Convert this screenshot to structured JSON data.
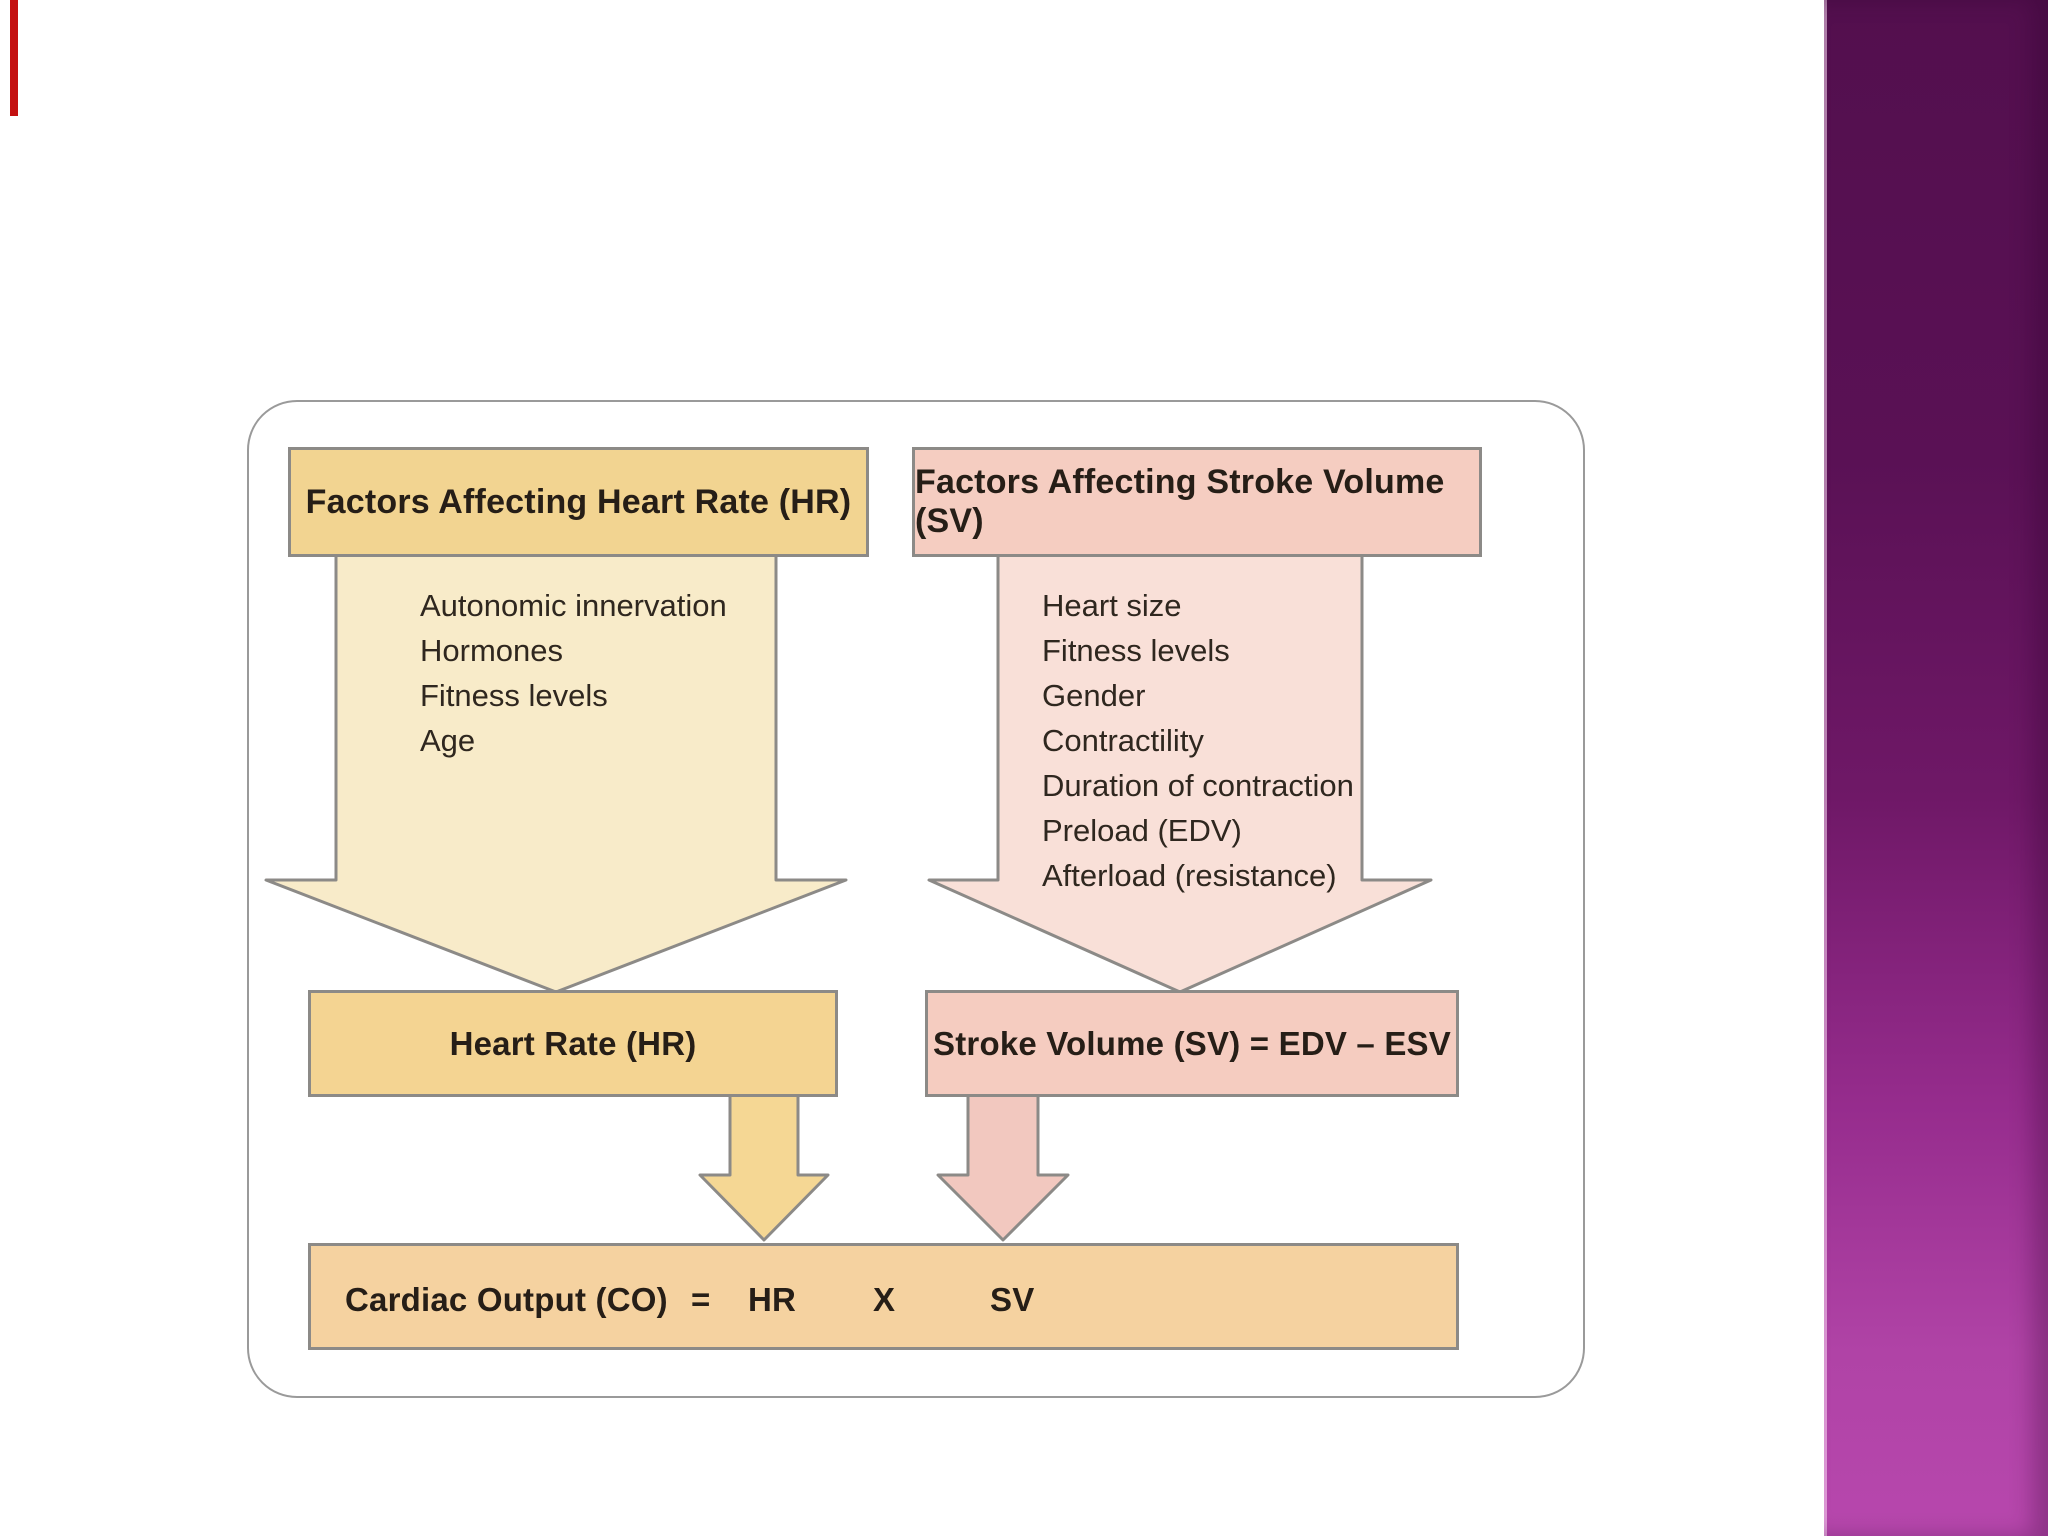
{
  "slide": {
    "type": "presentation-slide",
    "background": "#ffffff"
  },
  "sidebar": {
    "gradient_top": "#530f4e",
    "gradient_bottom": "#b747ad"
  },
  "diagram": {
    "hr_column": {
      "header": "Factors Affecting Heart Rate (HR)",
      "factors": [
        "Autonomic innervation",
        "Hormones",
        "Fitness levels",
        "Age"
      ],
      "result_box": "Heart Rate (HR)"
    },
    "sv_column": {
      "header": "Factors Affecting Stroke Volume (SV)",
      "factors": [
        "Heart size",
        "Fitness levels",
        "Gender",
        "Contractility",
        "Duration of contraction",
        "Preload (EDV)",
        "Afterload (resistance)"
      ],
      "result_box": "Stroke Volume (SV) = EDV – ESV"
    },
    "output_box": {
      "label": "Cardiac Output (CO)",
      "equals": "=",
      "hr": "HR",
      "times": "X",
      "sv": "SV"
    },
    "colors": {
      "yellow_box": "#f2d491",
      "yellow_arrow_large": "#f8ebc9",
      "yellow_arrow_small": "#f5d794",
      "pink_box": "#f5cdc1",
      "pink_arrow_large": "#f9e0d8",
      "pink_arrow_small": "#f2c8bf",
      "output_box": "#f5d2a0",
      "outline": "#8c8a87"
    }
  }
}
